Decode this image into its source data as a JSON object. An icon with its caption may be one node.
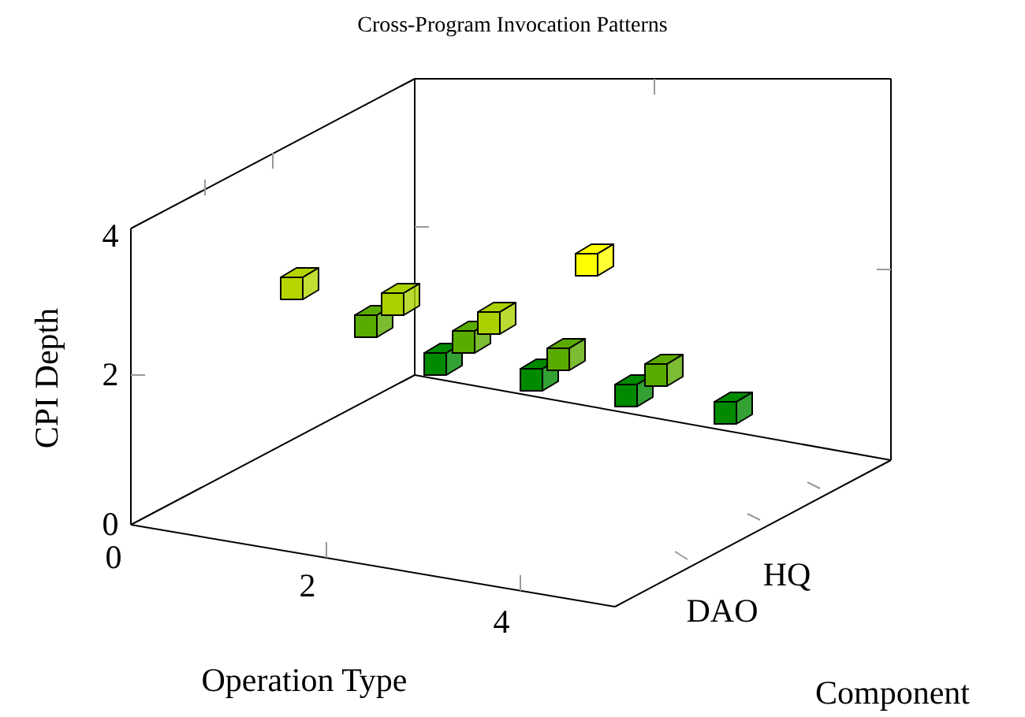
{
  "diagram": {
    "title": "Cross-Program Invocation Patterns",
    "labels": [
      "4",
      "2",
      "0",
      "CPI Depth",
      "0",
      "2",
      "4",
      "Operation Type",
      "DAO",
      "HQ",
      "Component"
    ]
  }
}
